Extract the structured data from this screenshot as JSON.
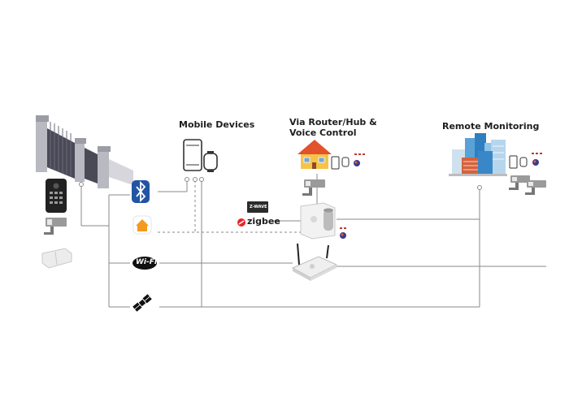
{
  "headings": {
    "mobile_devices": "Mobile Devices",
    "router_hub_line1": "Via Router/Hub &",
    "router_hub_line2": "Voice Control",
    "remote_monitoring": "Remote Monitoring"
  },
  "protocols": {
    "zigbee": "zigbee",
    "zwave": "Z-WAVE",
    "wifi": "Wi-Fi"
  },
  "icons": [
    "gate-icon",
    "keypad-intercom-icon",
    "security-camera-icon",
    "door-sensor-icon",
    "bluetooth-icon",
    "home-app-icon",
    "wifi-icon",
    "satellite-icon",
    "smartphone-icon",
    "smartwatch-icon",
    "house-icon",
    "smart-hub-icon",
    "router-icon",
    "city-buildings-icon",
    "voice-assistant-icon"
  ],
  "colors": {
    "line": "#8a8a8a",
    "bluetooth_bg": "#2254a3",
    "home_app": "#f39a1f",
    "wifi_bg": "#111111",
    "zigbee_red": "#e3262b",
    "house_roof": "#e2522b",
    "house_wall": "#f6c34a"
  }
}
